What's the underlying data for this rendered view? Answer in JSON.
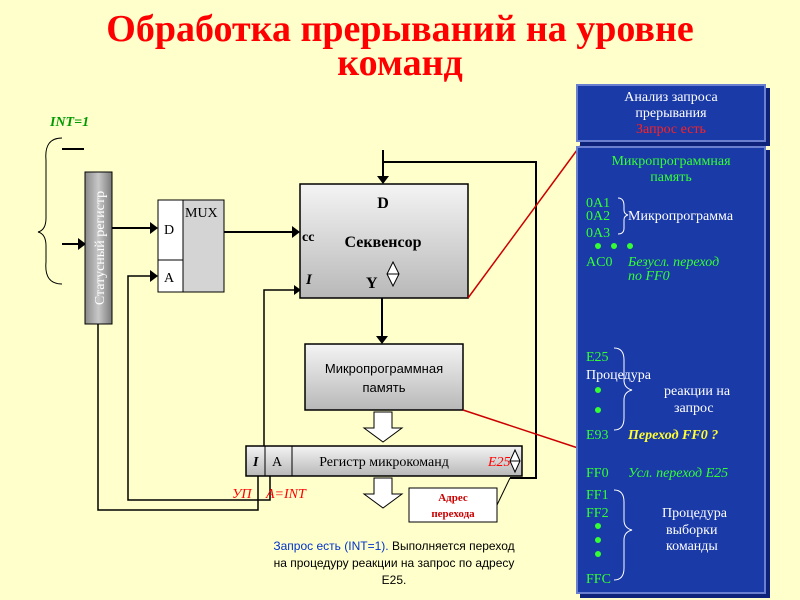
{
  "title": {
    "line1": "Обработка прерываний на уровне",
    "line2": "команд"
  },
  "labels": {
    "int": "INT=1",
    "status_register": "Статусный регистр",
    "mux": "MUX",
    "mux_d": "D",
    "mux_a": "A",
    "seq_d": "D",
    "seq_name": "Секвенсор",
    "seq_cc": "cc",
    "seq_i": "I",
    "seq_y": "Y",
    "mem_line1": "Микропрограммная",
    "mem_line2": "память",
    "reg_i": "I",
    "reg_a": "A",
    "reg_name": "Регистр микрокоманд",
    "reg_e25": "E25",
    "up": "УП",
    "a_int": "A=INT",
    "addr_line1": "Адрес",
    "addr_line2": "перехода"
  },
  "caption": {
    "lead": "Запрос есть",
    "int": "(INT=1).",
    "line1_rest": "Выполняется переход",
    "line2": "на процедуру реакции на запрос по адресу",
    "line3": "E25."
  },
  "panel_top": {
    "line1": "Анализ запроса",
    "line2": "прерывания",
    "line3": "Запрос есть"
  },
  "panel_main": {
    "heading1": "Микропрограммная",
    "heading2": "память",
    "a1": "0A1",
    "a2": "0A2",
    "a2_text": "Микропрограмма",
    "a3": "0A3",
    "ac0": "AC0",
    "ac0_text1": "Безусл. переход",
    "ac0_text2": "по FF0",
    "e25": "E25",
    "e25_text1": "Процедура",
    "e25_text2": "реакции на",
    "e25_text3": "запрос",
    "e93": "E93",
    "e93_text": "Переход FF0 ?",
    "ff0": "FF0",
    "ff0_text": "Усл. переход E25",
    "ff1": "FF1",
    "ff2": "FF2",
    "ff2_text1": "Процедура",
    "ff2_text2": "выборки",
    "ff2_text3": "команды",
    "ffc": "FFC"
  },
  "colors": {
    "title": "#ff0000",
    "panel_bg": "#1a3aa8",
    "green_text": "#33ff33",
    "yellow_text": "#ffff33",
    "arrow_line": "#cc0000"
  }
}
